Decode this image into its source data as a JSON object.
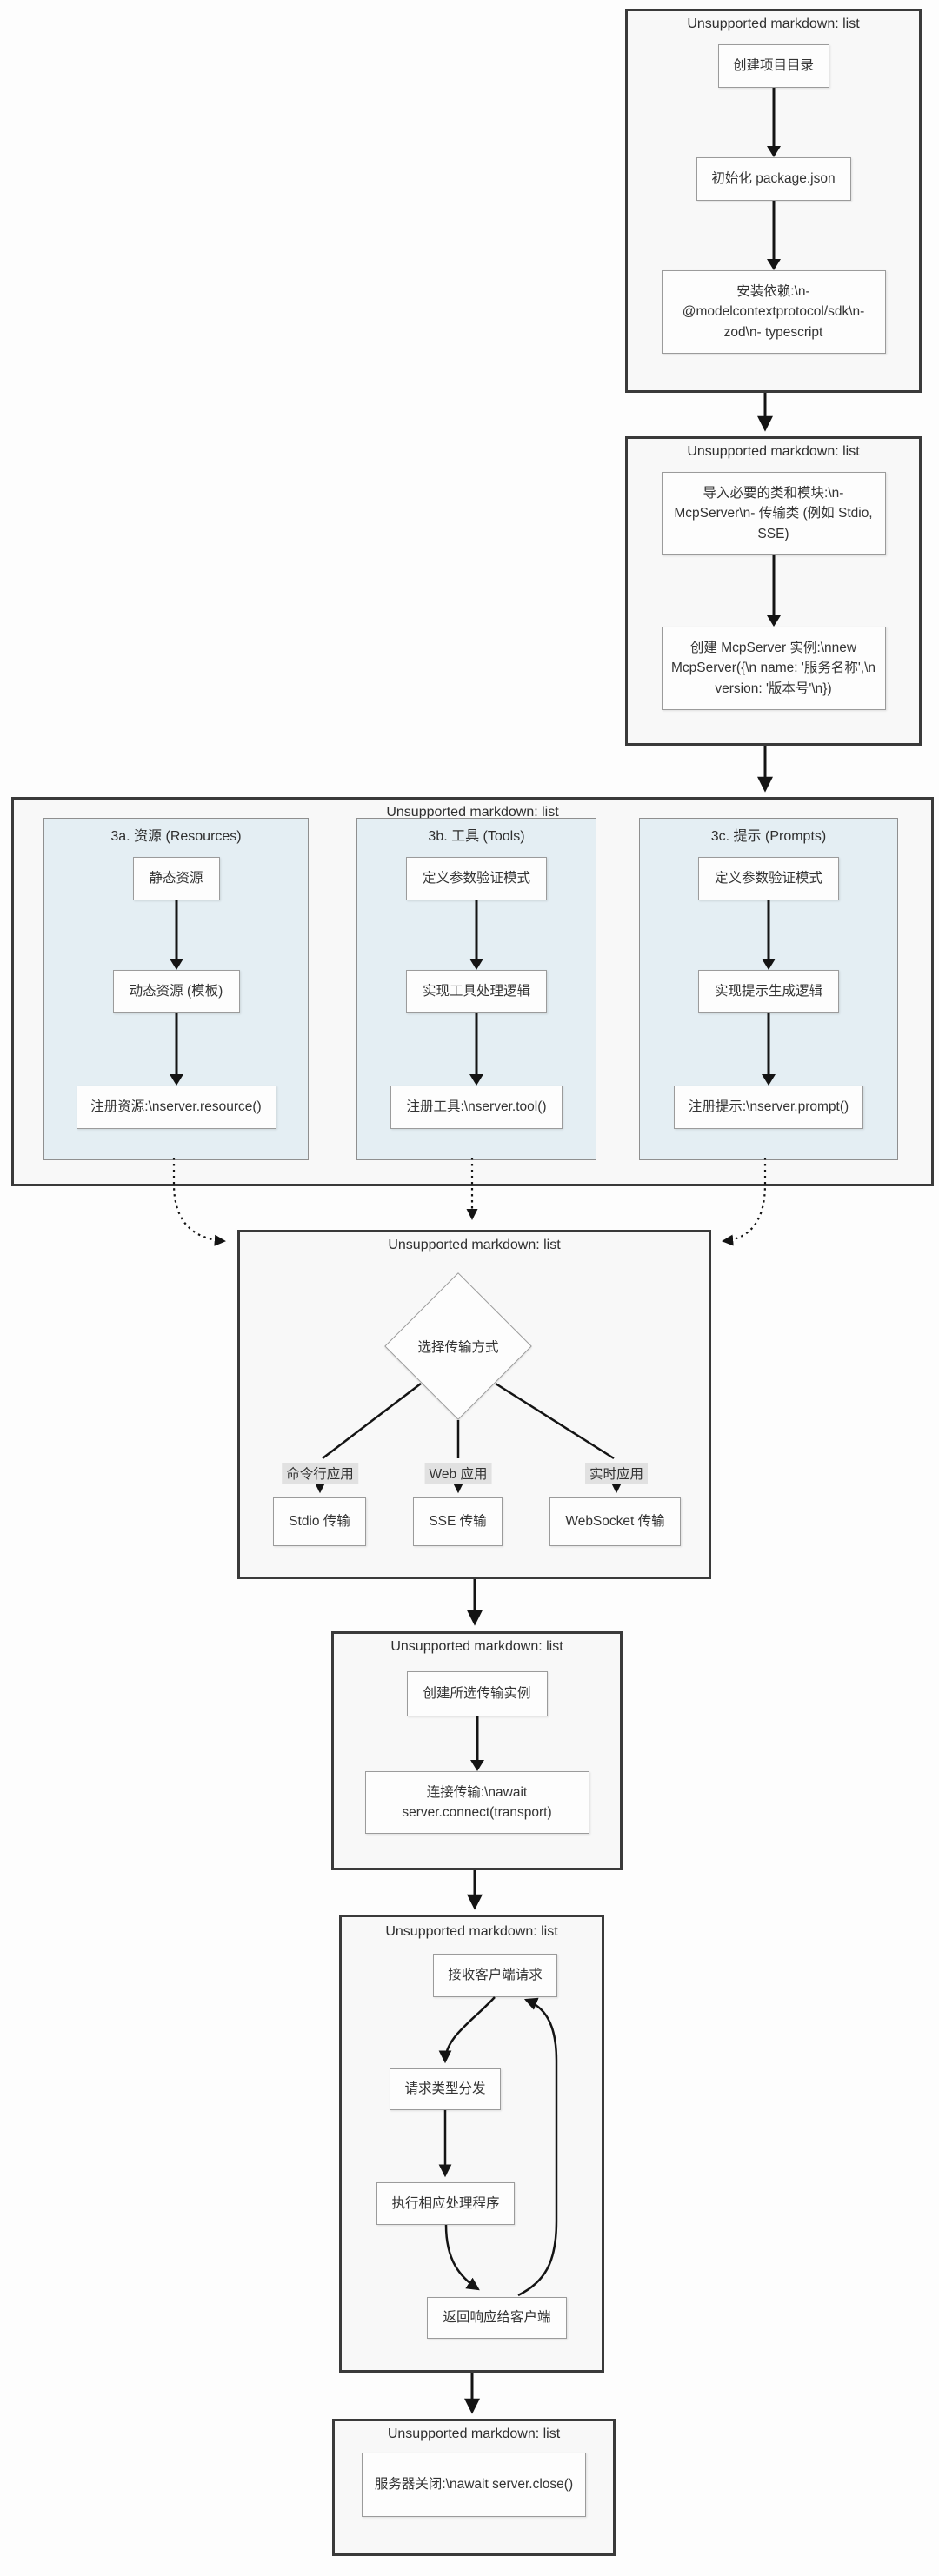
{
  "colors": {
    "page_bg": "#fdfdfd",
    "section_bg": "#f8f8f8",
    "section_border": "#3a3a3a",
    "node_bg": "#fdfdfd",
    "node_border": "#9b9b9b",
    "subgraph_bg": "#e4eef3",
    "edge_label_bg": "#e1e1e1",
    "arrow": "#141414",
    "text": "#333333"
  },
  "sections": [
    {
      "name": "project-setup",
      "header": "Unsupported markdown: list",
      "nodes": [
        "创建项目目录",
        "初始化 package.json",
        "安装依赖:\\n- @modelcontextprotocol/sdk\\n- zod\\n- typescript"
      ]
    },
    {
      "name": "server-init",
      "header": "Unsupported markdown: list",
      "nodes": [
        "导入必要的类和模块:\\n- McpServer\\n- 传输类 (例如 Stdio, SSE)",
        "创建 McpServer 实例:\\nnew McpServer({\\n  name: '服务名称',\\n  version: '版本号'\\n})"
      ]
    },
    {
      "name": "capabilities",
      "header": "Unsupported markdown: list",
      "subgraphs": [
        {
          "title": "3a. 资源 (Resources)",
          "nodes": [
            "静态资源",
            "动态资源 (模板)",
            "注册资源:\\nserver.resource()"
          ]
        },
        {
          "title": "3b. 工具 (Tools)",
          "nodes": [
            "定义参数验证模式",
            "实现工具处理逻辑",
            "注册工具:\\nserver.tool()"
          ]
        },
        {
          "title": "3c. 提示 (Prompts)",
          "nodes": [
            "定义参数验证模式",
            "实现提示生成逻辑",
            "注册提示:\\nserver.prompt()"
          ]
        }
      ]
    },
    {
      "name": "transport-choice",
      "header": "Unsupported markdown: list",
      "decision": "选择传输方式",
      "branches": [
        {
          "label": "命令行应用",
          "target": "Stdio 传输"
        },
        {
          "label": "Web 应用",
          "target": "SSE 传输"
        },
        {
          "label": "实时应用",
          "target": "WebSocket 传输"
        }
      ]
    },
    {
      "name": "connect",
      "header": "Unsupported markdown: list",
      "nodes": [
        "创建所选传输实例",
        "连接传输:\\nawait server.connect(transport)"
      ]
    },
    {
      "name": "request-loop",
      "header": "Unsupported markdown: list",
      "nodes": [
        "接收客户端请求",
        "请求类型分发",
        "执行相应处理程序",
        "返回响应给客户端"
      ]
    },
    {
      "name": "shutdown",
      "header": "Unsupported markdown: list",
      "nodes": [
        "服务器关闭:\\nawait server.close()"
      ]
    }
  ]
}
